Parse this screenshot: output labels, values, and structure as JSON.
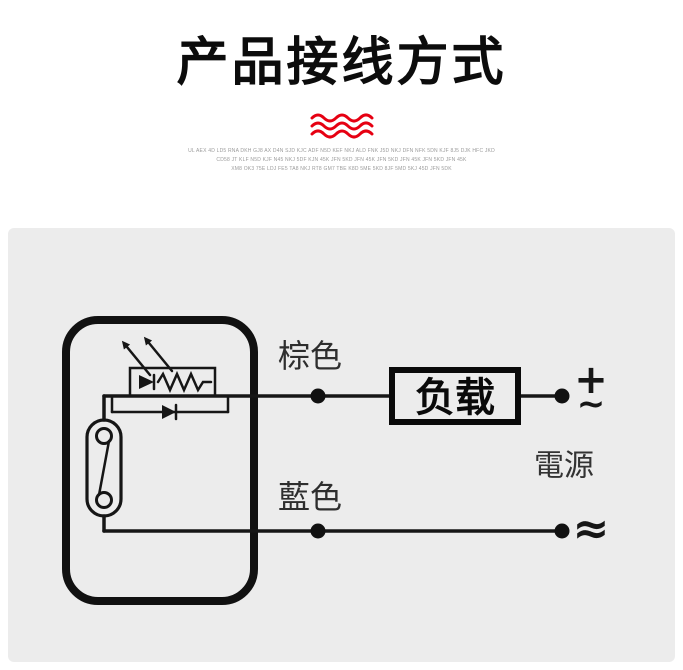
{
  "header": {
    "title": "产品接线方式",
    "fine_print_lines": [
      "UL AEX 4D LD5 RNA DKH GJ8 AX D4N SJD KJC ADF N5D KEF NKJ ALD FNK J5D NKJ DFN NFK 5DN KJF 8J5 DJK HFC JKD",
      "CD58 JT KLF N5D KJF N45 NKJ 5DF KJN 45K JFN 5KD JFN 45K JFN 5KD JFN 45K JFN 5KD JFN 45K",
      "XM8 OK3 75E LDJ FE5 TA8 NKJ RT8 GM7 TBE K8D 5ME 5KD 8JF 5MD 5KJ 45D JFN 5DK"
    ]
  },
  "diagram": {
    "brown_label": "棕色",
    "blue_label": "藍色",
    "load_label": "负载",
    "power_label": "電源",
    "plus_symbol": "+",
    "ac_tilde_symbol": "~",
    "ac_approx_symbol": "≈"
  },
  "colors": {
    "accent_red": "#e60012",
    "panel_bg": "#ececec",
    "ink": "#161616"
  }
}
